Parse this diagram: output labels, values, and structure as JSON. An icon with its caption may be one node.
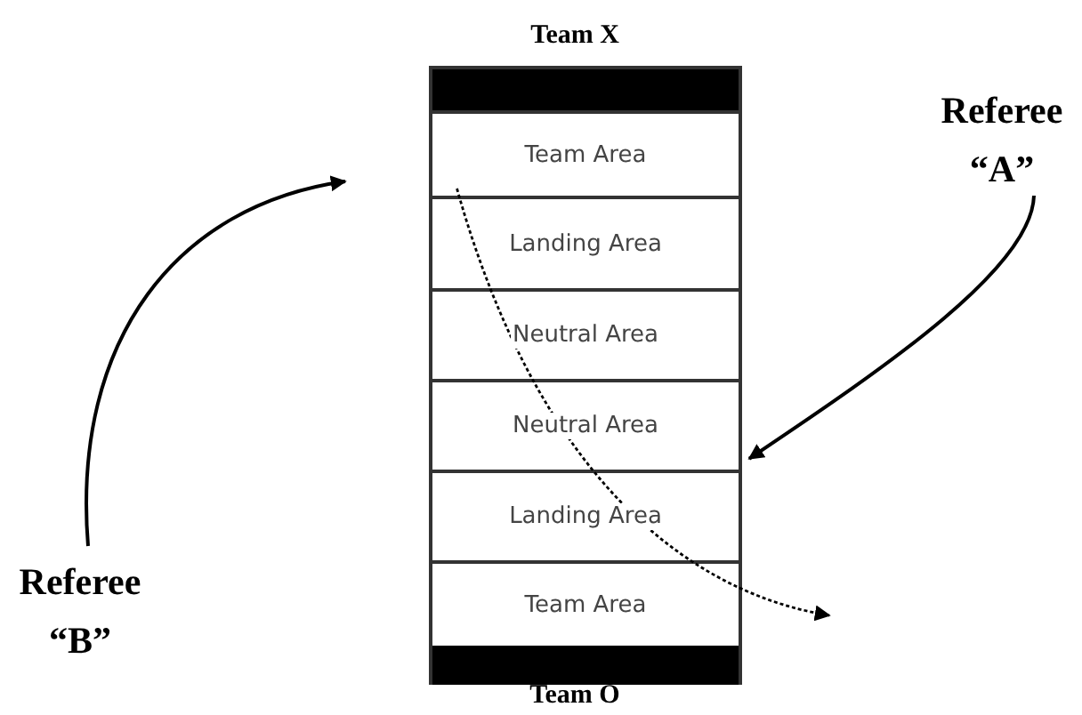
{
  "diagram": {
    "nodes": [
      {
        "text": [],
        "shape": "box"
      },
      {
        "text": [],
        "shape": "bar",
        "in": 0
      },
      {
        "text": [
          "Team Area"
        ],
        "in": 0
      },
      {
        "text": [
          "Landing Area"
        ],
        "in": 0
      },
      {
        "text": [
          "Neutral Area"
        ],
        "in": 0
      },
      {
        "text": [
          "Neutral Area"
        ],
        "in": 0
      },
      {
        "text": [
          "Landing Area"
        ],
        "in": 0
      },
      {
        "text": [
          "Team Area"
        ],
        "in": 0
      },
      {
        "text": [],
        "shape": "bar",
        "in": 0
      },
      {
        "text": [
          "Referee “A”"
        ]
      },
      {
        "text": [
          "Referee “B”"
        ]
      }
    ],
    "edges": [
      {
        "from": 9,
        "to": 5,
        "arrow": "to"
      },
      {
        "from": 10,
        "to": null,
        "arrow": "to"
      },
      {
        "from": 2,
        "to": null,
        "arrow": "to",
        "style": "dashed"
      }
    ],
    "labels": [
      "Team X",
      "Team O"
    ]
  }
}
